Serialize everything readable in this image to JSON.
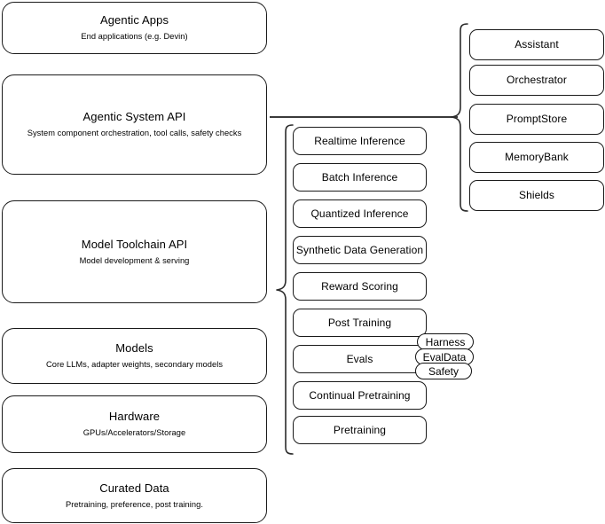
{
  "diagram": {
    "title": "Agentic stack layers",
    "colors": {
      "background": "#ffffff",
      "stroke": "#1a1a1a",
      "text": "#000000"
    },
    "layers": [
      {
        "id": "agentic-apps",
        "title": "Agentic Apps",
        "subtitle": "End applications (e.g. Devin)"
      },
      {
        "id": "agentic-system-api",
        "title": "Agentic System API",
        "subtitle": "System component orchestration, tool calls, safety checks"
      },
      {
        "id": "model-toolchain-api",
        "title": "Model Toolchain API",
        "subtitle": "Model development & serving"
      },
      {
        "id": "models",
        "title": "Models",
        "subtitle": "Core LLMs, adapter weights, secondary models"
      },
      {
        "id": "hardware",
        "title": "Hardware",
        "subtitle": "GPUs/Accelerators/Storage"
      },
      {
        "id": "curated-data",
        "title": "Curated Data",
        "subtitle": "Pretraining, preference, post training."
      }
    ],
    "toolchain_items": [
      {
        "id": "realtime-inference",
        "label": "Realtime Inference"
      },
      {
        "id": "batch-inference",
        "label": "Batch Inference"
      },
      {
        "id": "quantized-inference",
        "label": "Quantized Inference"
      },
      {
        "id": "synthetic-data-generation",
        "label": "Synthetic Data Generation"
      },
      {
        "id": "reward-scoring",
        "label": "Reward Scoring"
      },
      {
        "id": "post-training",
        "label": "Post Training"
      },
      {
        "id": "evals",
        "label": "Evals"
      },
      {
        "id": "continual-pretraining",
        "label": "Continual Pretraining"
      },
      {
        "id": "pretraining",
        "label": "Pretraining"
      }
    ],
    "system_items": [
      {
        "id": "assistant",
        "label": "Assistant"
      },
      {
        "id": "orchestrator",
        "label": "Orchestrator"
      },
      {
        "id": "promptstore",
        "label": "PromptStore"
      },
      {
        "id": "memorybank",
        "label": "MemoryBank"
      },
      {
        "id": "shields",
        "label": "Shields"
      }
    ],
    "eval_pills": [
      {
        "id": "harness",
        "label": "Harness"
      },
      {
        "id": "evaldata",
        "label": "EvalData"
      },
      {
        "id": "safety",
        "label": "Safety"
      }
    ]
  }
}
